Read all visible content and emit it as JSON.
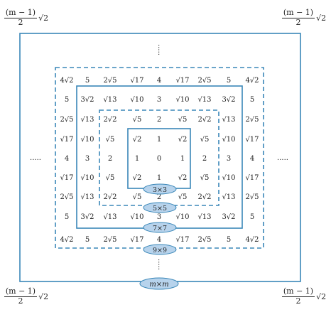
{
  "corners": {
    "top_left": {
      "numerator": "(m − 1)",
      "denominator": "2",
      "radical": "√2"
    },
    "top_right": {
      "numerator": "(m − 1)",
      "denominator": "2",
      "radical": "√2"
    },
    "bottom_left": {
      "numerator": "(m − 1)",
      "denominator": "2",
      "radical": "√2"
    },
    "bottom_right": {
      "numerator": "(m − 1)",
      "denominator": "2",
      "radical": "√2"
    }
  },
  "grid": [
    [
      "4√2",
      "5",
      "2√5",
      "√17",
      "4",
      "√17",
      "2√5",
      "5",
      "4√2"
    ],
    [
      "5",
      "3√2",
      "√13",
      "√10",
      "3",
      "√10",
      "√13",
      "3√2",
      "5"
    ],
    [
      "2√5",
      "√13",
      "2√2",
      "√5",
      "2",
      "√5",
      "2√2",
      "√13",
      "2√5"
    ],
    [
      "√17",
      "√10",
      "√5",
      "√2",
      "1",
      "√2",
      "√5",
      "√10",
      "√17"
    ],
    [
      "4",
      "3",
      "2",
      "1",
      "0",
      "1",
      "2",
      "3",
      "4"
    ],
    [
      "√17",
      "√10",
      "√5",
      "√2",
      "1",
      "√2",
      "√5",
      "√10",
      "√17"
    ],
    [
      "2√5",
      "√13",
      "2√2",
      "√5",
      "2",
      "√5",
      "2√2",
      "√13",
      "2√5"
    ],
    [
      "5",
      "3√2",
      "√13",
      "√10",
      "3",
      "√10",
      "√13",
      "3√2",
      "5"
    ],
    [
      "4√2",
      "5",
      "2√5",
      "√17",
      "4",
      "√17",
      "2√5",
      "5",
      "4√2"
    ]
  ],
  "window_labels": [
    "3×3",
    "5×5",
    "7×7",
    "9×9",
    "m×m"
  ],
  "ellipsis": ".....",
  "colors": {
    "frame": "#3a87b8",
    "label_fill": "#b7d3ec",
    "text": "#222222"
  }
}
